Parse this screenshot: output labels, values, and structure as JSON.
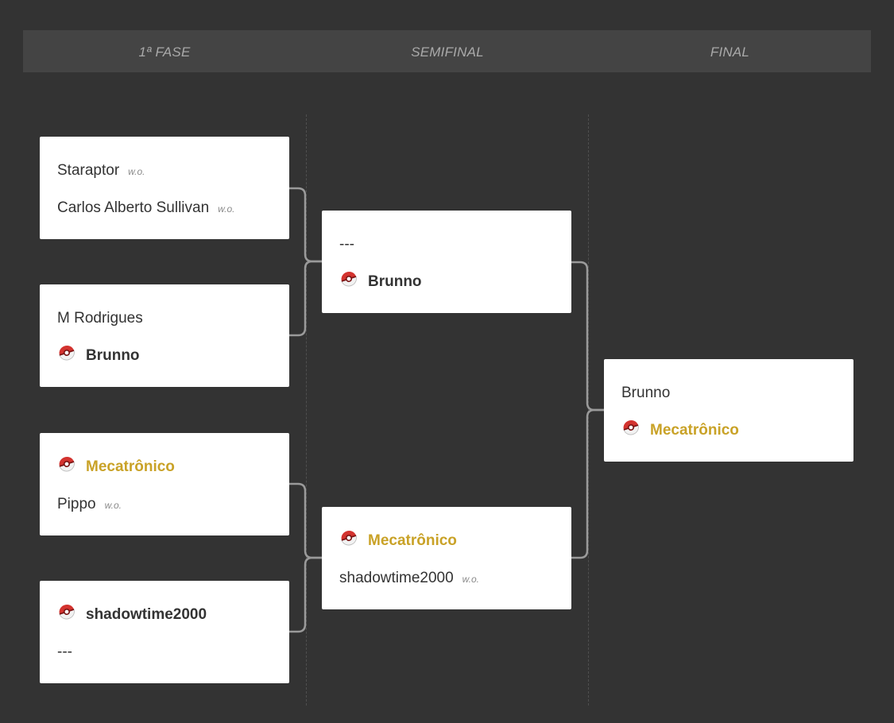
{
  "header": {
    "columns": [
      "1ª FASE",
      "SEMIFINAL",
      "FINAL"
    ]
  },
  "colors": {
    "background": "#333333",
    "header_bg": "#444444",
    "card_bg": "#ffffff",
    "champion": "#c9a227",
    "text": "#333333",
    "connector": "#9a9a9a"
  },
  "rounds": {
    "first": [
      {
        "players": [
          {
            "name": "Staraptor",
            "wo": "w.o.",
            "winner": false,
            "icon": ""
          },
          {
            "name": "Carlos Alberto Sullivan",
            "wo": "w.o.",
            "winner": false,
            "icon": ""
          }
        ]
      },
      {
        "players": [
          {
            "name": "M Rodrigues",
            "wo": "",
            "winner": false,
            "icon": ""
          },
          {
            "name": "Brunno",
            "wo": "",
            "winner": true,
            "icon": "pokeball-icon"
          }
        ]
      },
      {
        "players": [
          {
            "name": "Mecatrônico",
            "wo": "",
            "winner": true,
            "champion": true,
            "icon": "pokeball-icon"
          },
          {
            "name": "Pippo",
            "wo": "w.o.",
            "winner": false,
            "icon": ""
          }
        ]
      },
      {
        "players": [
          {
            "name": "shadowtime2000",
            "wo": "",
            "winner": true,
            "icon": "pokeball-icon"
          },
          {
            "name": "---",
            "wo": "",
            "winner": false,
            "icon": ""
          }
        ]
      }
    ],
    "semifinal": [
      {
        "players": [
          {
            "name": "---",
            "wo": "",
            "winner": false,
            "icon": ""
          },
          {
            "name": "Brunno",
            "wo": "",
            "winner": true,
            "icon": "pokeball-icon"
          }
        ]
      },
      {
        "players": [
          {
            "name": "Mecatrônico",
            "wo": "",
            "winner": true,
            "champion": true,
            "icon": "pokeball-icon"
          },
          {
            "name": "shadowtime2000",
            "wo": "w.o.",
            "winner": false,
            "icon": ""
          }
        ]
      }
    ],
    "final": [
      {
        "players": [
          {
            "name": "Brunno",
            "wo": "",
            "winner": false,
            "icon": ""
          },
          {
            "name": "Mecatrônico",
            "wo": "",
            "winner": true,
            "champion": true,
            "icon": "pokeball-icon"
          }
        ]
      }
    ]
  }
}
